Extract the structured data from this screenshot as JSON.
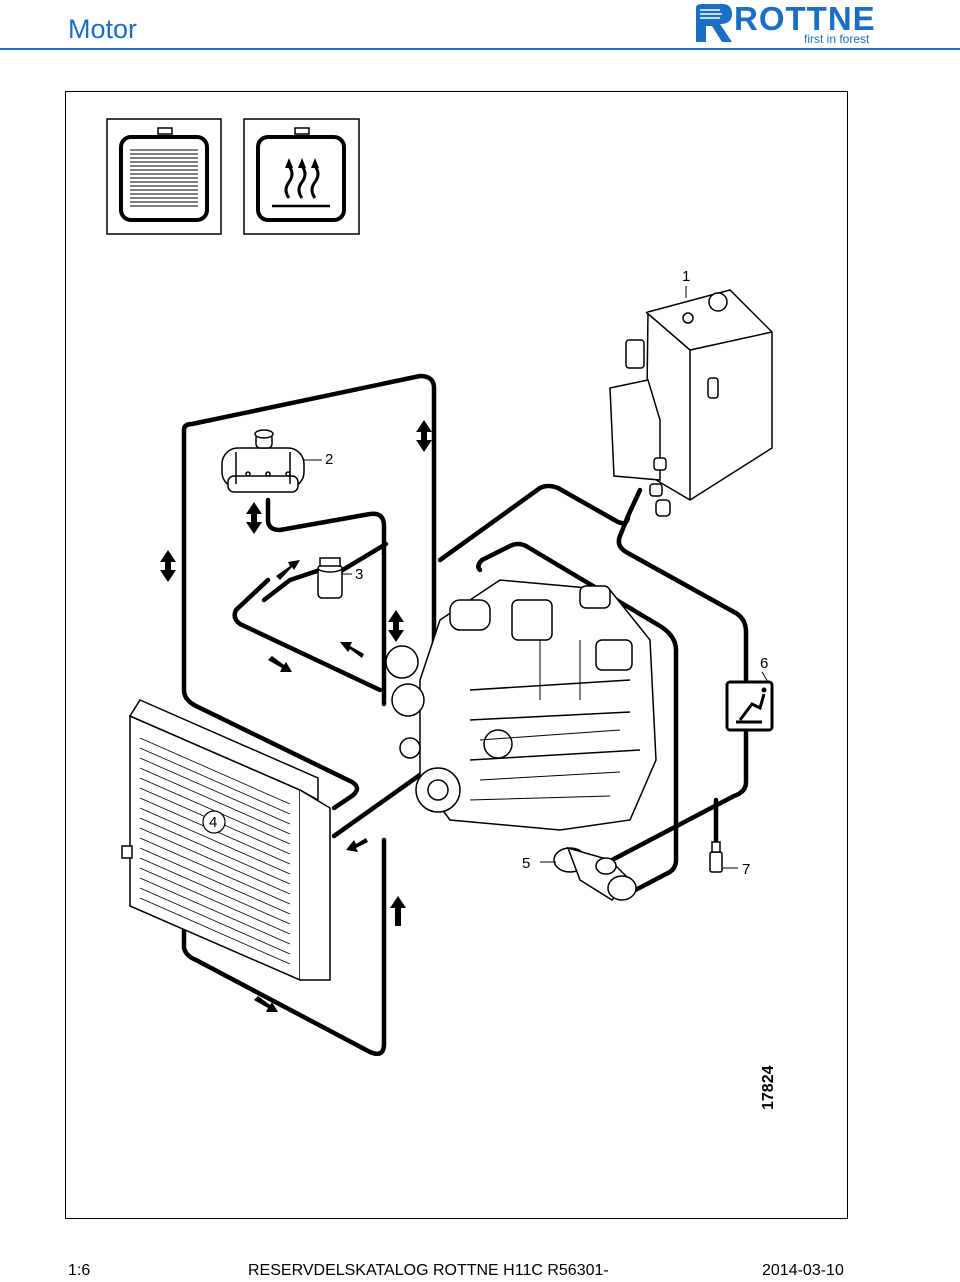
{
  "header": {
    "title": "Motor",
    "logo_word": "ROTTNE",
    "logo_tagline": "first in forest",
    "brand_color": "#1a6fc4"
  },
  "diagram": {
    "callouts": {
      "c1": "1",
      "c2": "2",
      "c3": "3",
      "c4": "4",
      "c5": "5",
      "c6": "6",
      "c7": "7"
    },
    "drawing_number": "17824",
    "icons": [
      "air-filter-symbol-icon",
      "heat-symbol-icon",
      "seat-symbol-icon"
    ]
  },
  "footer": {
    "page": "1:6",
    "catalog": "RESERVDELSKATALOG  ROTTNE H11C R56301-",
    "date": "2014-03-10"
  }
}
